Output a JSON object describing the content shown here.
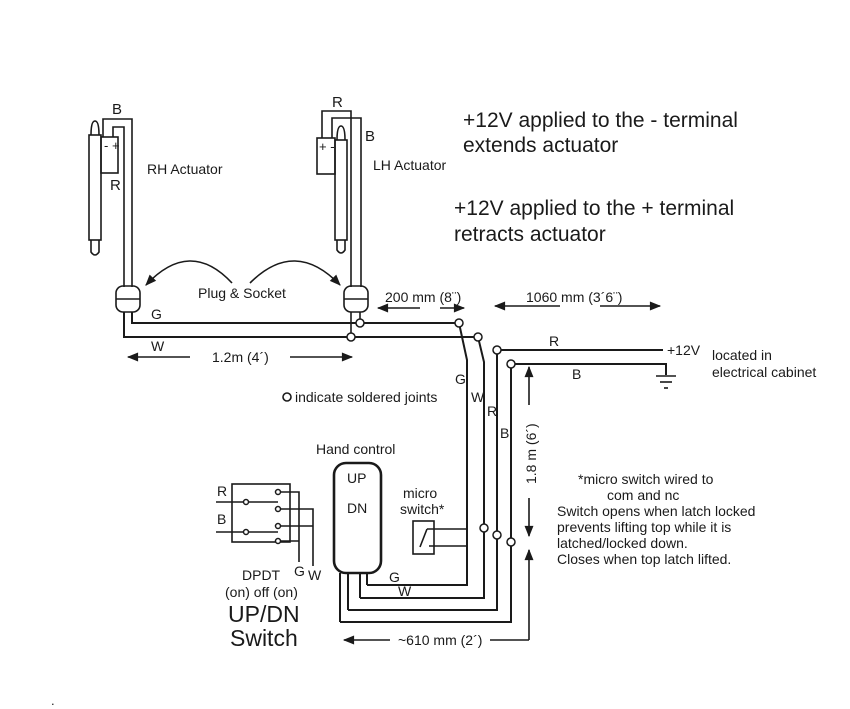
{
  "diagram": {
    "title_notes": {
      "extend_line1": "+12V applied to the - terminal",
      "extend_line2": "extends actuator",
      "retract_line1": "+12V applied to the + terminal",
      "retract_line2": "retracts actuator"
    },
    "rh_actuator": {
      "label": "RH Actuator",
      "top_wire": "B",
      "side_wire": "R",
      "terminal_marks": "- +"
    },
    "lh_actuator": {
      "label": "LH Actuator",
      "top_wire": "R",
      "side_wire": "B",
      "terminal_marks": "+ -"
    },
    "plug_socket_label": "Plug & Socket",
    "wire_labels": {
      "green": "G",
      "white": "W",
      "red": "R",
      "black": "B"
    },
    "dimensions": {
      "actuator_span": "1.2m (4´)",
      "to_first_joint": "200 mm (8¨)",
      "to_cabinet": "1060 mm (3´6¨)",
      "vertical_run": "1.8 m (6´)",
      "hand_control_run": "~610 mm (2´)"
    },
    "power": {
      "supply_label": "+12V",
      "location_line1": "located in",
      "location_line2": "electrical cabinet"
    },
    "legend": {
      "solder_joint_text": "indicate soldered joints"
    },
    "hand_control": {
      "title": "Hand control",
      "up_label": "UP",
      "dn_label": "DN"
    },
    "micro_switch": {
      "label_line1": "micro",
      "label_line2": "switch*",
      "note_line1": "*micro switch wired to",
      "note_line2": "com and nc",
      "note_line3": "Switch opens when latch locked",
      "note_line4": "prevents lifting top while it is",
      "note_line5": "latched/locked down.",
      "note_line6": "Closes when top latch lifted."
    },
    "dpdt_switch": {
      "wire_r": "R",
      "wire_b": "B",
      "wire_g": "G",
      "wire_w": "W",
      "type_line1": "DPDT",
      "type_line2": "(on) off (on)",
      "title_line1": "UP/DN",
      "title_line2": "Switch"
    },
    "footer_mark": "."
  }
}
